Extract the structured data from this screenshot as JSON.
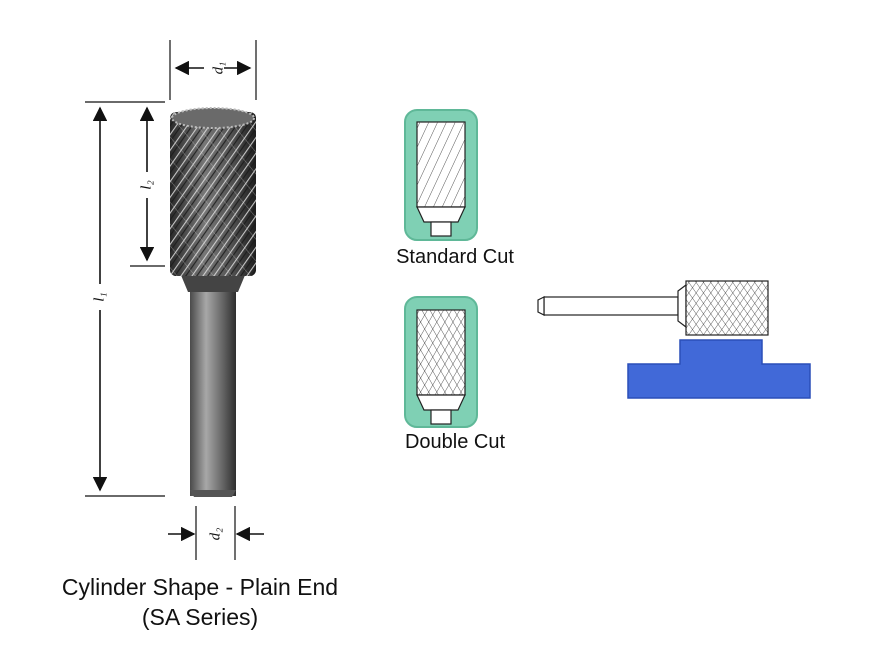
{
  "title": {
    "line1": "Cylinder Shape - Plain End",
    "line2": "(SA Series)"
  },
  "dimensions": {
    "d1": "d₁",
    "l2": "l₂",
    "l1": "l₁",
    "d2": "d₂"
  },
  "cuts": [
    {
      "label": "Standard Cut",
      "pattern": "single-helix"
    },
    {
      "label": "Double Cut",
      "pattern": "cross-hatch"
    }
  ],
  "colors": {
    "cut_frame": "#7fd0b4",
    "cut_frame_stroke": "#5fb898",
    "workpiece": "#4169d8",
    "workpiece_stroke": "#2a4fb8",
    "steel_dark": "#3a3a3a",
    "steel_mid": "#8a8a8a",
    "steel_light": "#d8d8d8"
  },
  "icons": [
    "burr-tool-photo",
    "standard-cut-icon",
    "double-cut-icon",
    "burr-on-workpiece-diagram"
  ]
}
